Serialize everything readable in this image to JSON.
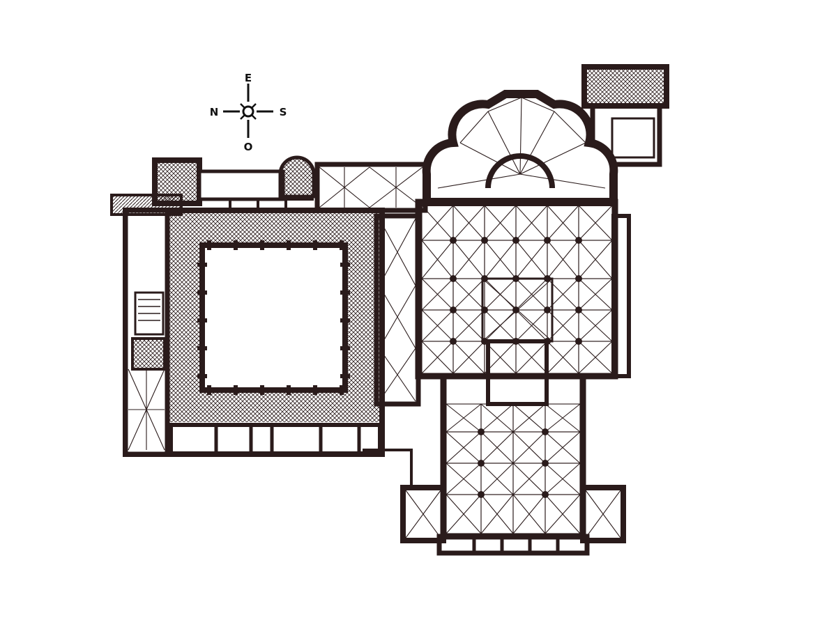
{
  "compass": {
    "north": "N",
    "south": "S",
    "east": "E",
    "west": "O"
  },
  "colors": {
    "ink": "#2a1b1b",
    "paper": "#ffffff",
    "hatch": "#6b5a5a"
  }
}
